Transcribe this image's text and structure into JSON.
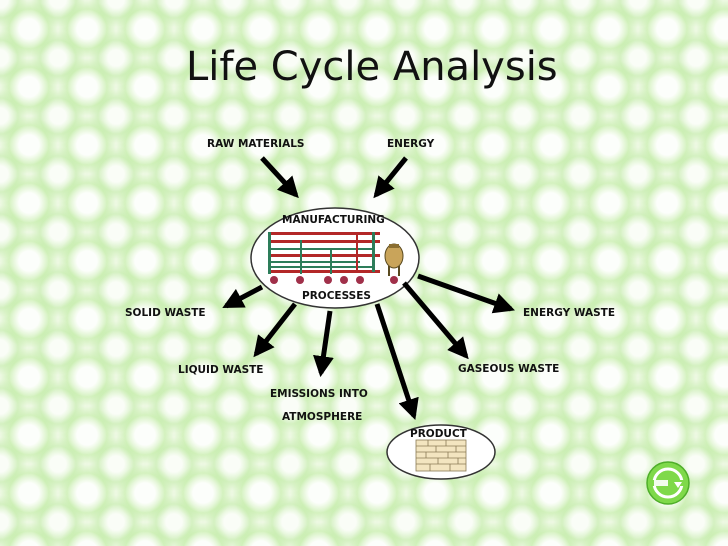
{
  "title": "Life Cycle Analysis",
  "labels": {
    "raw_materials": "RAW MATERIALS",
    "energy": "ENERGY",
    "manufacturing": "MANUFACTURING",
    "processes": "PROCESSES",
    "solid_waste": "SOLID WASTE",
    "energy_waste": "ENERGY WASTE",
    "liquid_waste": "LIQUID WASTE",
    "gaseous_waste": "GASEOUS WASTE",
    "emissions_line1": "EMISSIONS INTO",
    "emissions_line2": "ATMOSPHERE",
    "product": "PRODUCT"
  },
  "colors": {
    "background": "#eef9e4",
    "arrow": "#000000",
    "pipe_red": "#b32828",
    "pipe_green": "#2d7d5a",
    "tank": "#c9a45a"
  }
}
